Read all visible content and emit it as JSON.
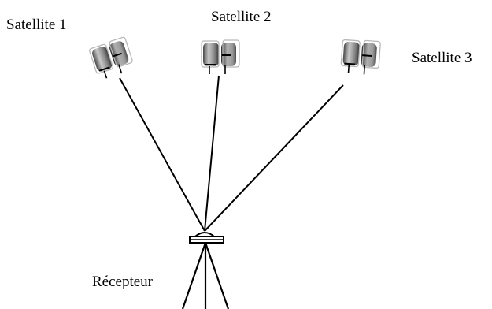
{
  "satellites": [
    {
      "label": "Satellite 1"
    },
    {
      "label": "Satellite 2"
    },
    {
      "label": "Satellite 3"
    }
  ],
  "receiver": {
    "label": "Récepteur"
  }
}
